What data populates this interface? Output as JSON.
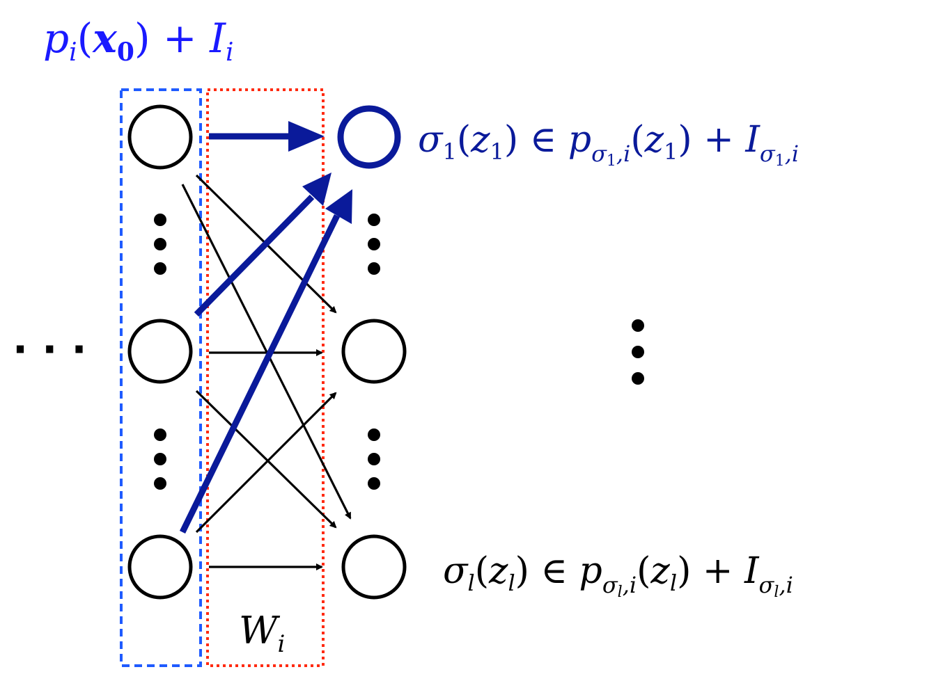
{
  "colors": {
    "blue_text": "#1a1aff",
    "navy": "#0a1a9a",
    "black": "#000000",
    "blue_dash": "#1f5bff",
    "red_dot": "#ff2a10"
  },
  "input_label": {
    "p": "p",
    "sub_i": "i",
    "open": "(",
    "x": "x",
    "sub0": "0",
    "close": ")",
    "plus": " + ",
    "I": "I",
    "sub_i2": "i"
  },
  "weight_label": {
    "W": "W",
    "sub": "i"
  },
  "output_top": {
    "sigma": "σ",
    "sub": "1",
    "open": "(",
    "z": "z",
    "zsub": "1",
    "close": ")",
    "in": " ∈ ",
    "p": "p",
    "psub": "σ",
    "psub_sub": "1",
    "psub_tail": ",i",
    "open2": "(",
    "z2": "z",
    "z2sub": "1",
    "close2": ")",
    "plus": " + ",
    "I": "I",
    "Isub": "σ",
    "Isub_sub": "1",
    "Isub_tail": ",i"
  },
  "output_bottom": {
    "sigma": "σ",
    "sub": "l",
    "open": "(",
    "z": "z",
    "zsub": "l",
    "close": ")",
    "in": " ∈ ",
    "p": "p",
    "psub": "σ",
    "psub_sub": "l",
    "psub_tail": ",i",
    "open2": "(",
    "z2": "z",
    "z2sub": "l",
    "close2": ")",
    "plus": " + ",
    "I": "I",
    "Isub": "σ",
    "Isub_sub": "l",
    "Isub_tail": ",i"
  },
  "ellipsis_left": "· · ·"
}
